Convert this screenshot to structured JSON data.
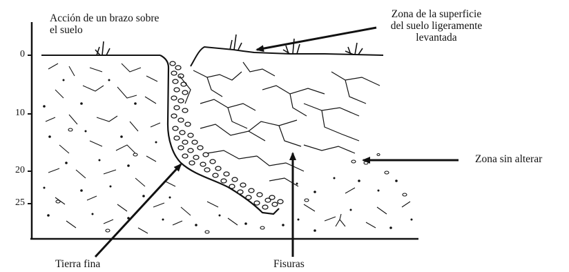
{
  "depth_ticks": [
    "0",
    "10",
    "20",
    "25"
  ],
  "labels": {
    "arm_action_line1": "Acción de un brazo sobre",
    "arm_action_line2": "el suelo",
    "raised_zone_line1": "Zona de la superficie",
    "raised_zone_line2": "del suelo ligeramente",
    "raised_zone_line3": "levantada",
    "undisturbed_zone": "Zona sin alterar",
    "fine_soil": "Tierra fina",
    "fissures": "Fisuras"
  },
  "colors": {
    "ink": "#111111",
    "background": "#ffffff"
  }
}
